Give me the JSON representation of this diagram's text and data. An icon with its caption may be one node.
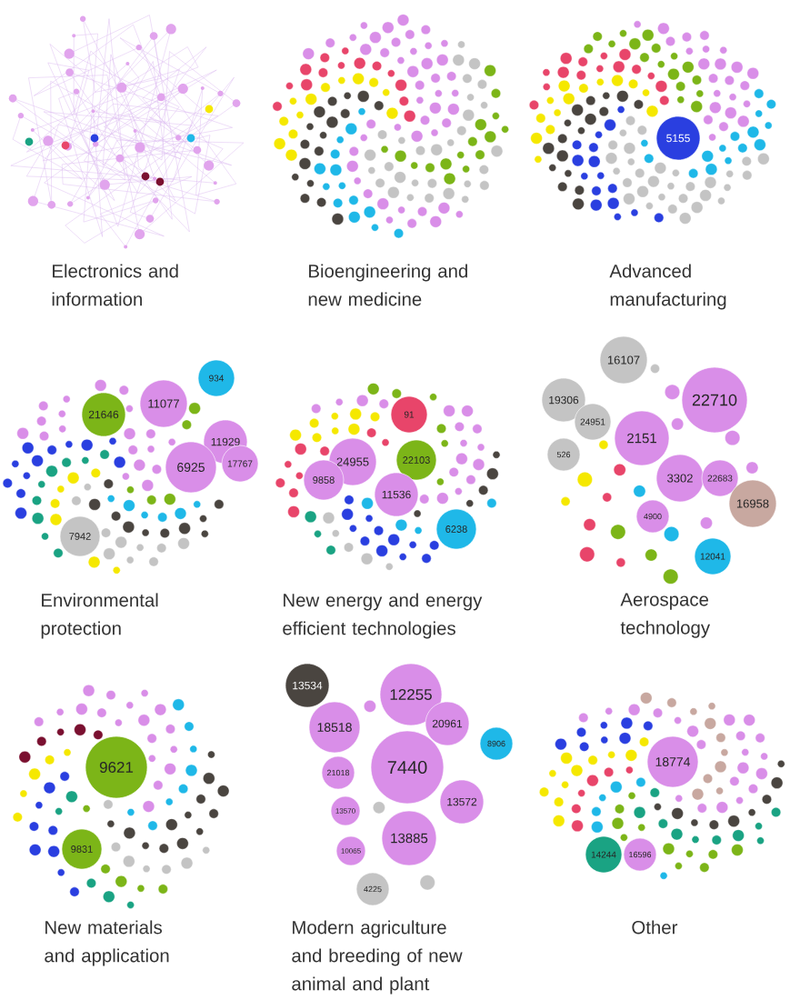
{
  "diagram": {
    "nodes": [
      {
        "text": [
          "5155"
        ]
      },
      {
        "text": [
          "934"
        ]
      },
      {
        "text": [
          "21646"
        ]
      },
      {
        "text": [
          "11077"
        ]
      },
      {
        "text": [
          "11929"
        ]
      },
      {
        "text": [
          "6925"
        ]
      },
      {
        "text": [
          "17767"
        ]
      },
      {
        "text": [
          "7942"
        ]
      },
      {
        "text": [
          "91"
        ]
      },
      {
        "text": [
          "24955"
        ]
      },
      {
        "text": [
          "22103"
        ]
      },
      {
        "text": [
          "9858"
        ]
      },
      {
        "text": [
          "11536"
        ]
      },
      {
        "text": [
          "6238"
        ]
      },
      {
        "text": [
          "16107"
        ]
      },
      {
        "text": [
          "19306"
        ]
      },
      {
        "text": [
          "22710"
        ]
      },
      {
        "text": [
          "24951"
        ]
      },
      {
        "text": [
          "2151"
        ]
      },
      {
        "text": [
          "526"
        ]
      },
      {
        "text": [
          "3302"
        ]
      },
      {
        "text": [
          "22683"
        ]
      },
      {
        "text": [
          "16958"
        ]
      },
      {
        "text": [
          "4900"
        ]
      },
      {
        "text": [
          "12041"
        ]
      },
      {
        "text": [
          "9621"
        ]
      },
      {
        "text": [
          "9831"
        ]
      },
      {
        "text": [
          "13534"
        ]
      },
      {
        "text": [
          "12255"
        ]
      },
      {
        "text": [
          "18518"
        ]
      },
      {
        "text": [
          "20961"
        ]
      },
      {
        "text": [
          "8906"
        ]
      },
      {
        "text": [
          "7440"
        ]
      },
      {
        "text": [
          "21018"
        ]
      },
      {
        "text": [
          "13572"
        ]
      },
      {
        "text": [
          "13570"
        ]
      },
      {
        "text": [
          "13885"
        ]
      },
      {
        "text": [
          "10065"
        ]
      },
      {
        "text": [
          "4225"
        ]
      },
      {
        "text": [
          "18774"
        ]
      },
      {
        "text": [
          "14244"
        ]
      },
      {
        "text": [
          "16596"
        ]
      }
    ],
    "labels": [
      "Electronics and information",
      "Bioengineering and new medicine",
      "Advanced manufacturing",
      "Environmental protection",
      "New energy and energy efficient technologies",
      "Aerospace technology",
      "New materials and application",
      "Modern agriculture and breeding of new animal and plant",
      "Other"
    ]
  }
}
